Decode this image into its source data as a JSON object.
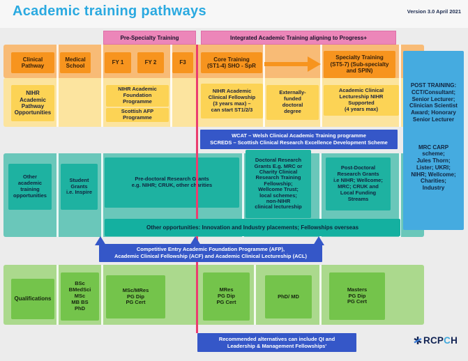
{
  "title": "Academic training pathways",
  "version": "Version 3.0 April 2021",
  "headers": {
    "pre_specialty": "Pre-Specialty Training",
    "integrated": "Integrated Academic Training aligning to Progress+"
  },
  "clinical": {
    "label": "Clinical\nPathway",
    "medical_school": "Medical\nSchool",
    "fy1": "FY 1",
    "fy2": "FY 2",
    "f3": "F3",
    "core": "Core Training\n(ST1-4) SHO - SpR",
    "specialty": "Specialty Training\n(ST5-7) (Sub-specialty\nand SPIN)"
  },
  "nihr": {
    "label": "NIHR\nAcademic\nPathway\nOpportunities",
    "afp": "NIHR Academic\nFoundation\nProgramme",
    "scottish": "Scottish AFP\nProgramme",
    "acf": "NIHR Academic\nClinical Fellowship\n(3 years max) –\ncan start ST1/2/3",
    "external": "Externally-\nfunded\ndoctoral\ndegree",
    "lectureship": "Academic Clinical\nLectureship NIHR\nSupported\n(4 years max)"
  },
  "wcat": {
    "line1": "WCAT – Welsh Clinical Academic Training programme",
    "line2": "SCREDS – Scottish Clinical Research Excellence Development Scheme"
  },
  "sidebar": {
    "post_training": "POST TRAINING:\nCCT/Consultant;\nSenior Lecturer;\nClinician Scientist\nAward; Honorary\nSenior Lecturer",
    "mrc_carp": "MRC CARP\nscheme;\nJules Thorn;\nLister; UKRI;\nNIHR; Wellcome;\nCharities;\nIndustry"
  },
  "other": {
    "label": "Other\nacademic\ntraining\nopportunities",
    "student": "Student\nGrants\ni.e. Inspire",
    "predoc": "Pre-doctoral Research Grants\ne.g. NIHR; CRUK, other charities",
    "doctoral": "Doctoral Research\nGrants E.g. MRC or\nCharity Clinical\nResearch Training\nFellowship;\nWellcome Trust;\nlocal schemes;\nnon-NIHR\nclinical lectureship",
    "postdoc": "Post-Doctoral\nResearch Grants\ni.e NIHR; Wellcome;\nMRC; CRUK and\nLocal Funding\nStreams",
    "banner": "Other opportunities: Innovation and Industry placements; Fellowships overseas"
  },
  "competitive": {
    "line1": "Competitive Entry Academic Foundation Programme (AFP),",
    "line2": "Academic Clinical Fellowship (ACF) and  Academic Clinical Lectureship (ACL)"
  },
  "quals": {
    "label": "Qualifications",
    "undergrad": "BSc\nBMedSci\nMSc\nMB BS\nPhD",
    "msc": "MSc/MRes\nPG Dip\nPG Cert",
    "mres": "MRes\nPG Dip\nPG Cert",
    "phd": "PhD/ MD",
    "masters": "Masters\nPG Dip\nPG Cert"
  },
  "recommended": {
    "line1": "Recommended alternatives can include QI and",
    "line2": "Leadership & Management Fellowships'"
  },
  "logo": {
    "rcp": "RCP",
    "c": "C",
    "h": "H"
  },
  "colors": {
    "title_blue": "#2AA9E0",
    "pink_banner": "#EC86B9",
    "pink_line": "#EB3D6F",
    "orange_band": "#F8BB76",
    "orange_box": "#F7941E",
    "yellow_band": "#FCE49F",
    "yellow_box": "#FCD355",
    "teal_band": "#6AC7BA",
    "teal_box": "#1EB2A1",
    "teal_banner": "#14B0A0",
    "blue_sidebar": "#45ABE0",
    "royal_blue": "#3557C8",
    "green_band": "#ABD98D",
    "green_box": "#74C44B",
    "logo_navy": "#112353",
    "logo_light_blue": "#3FA8DC"
  }
}
